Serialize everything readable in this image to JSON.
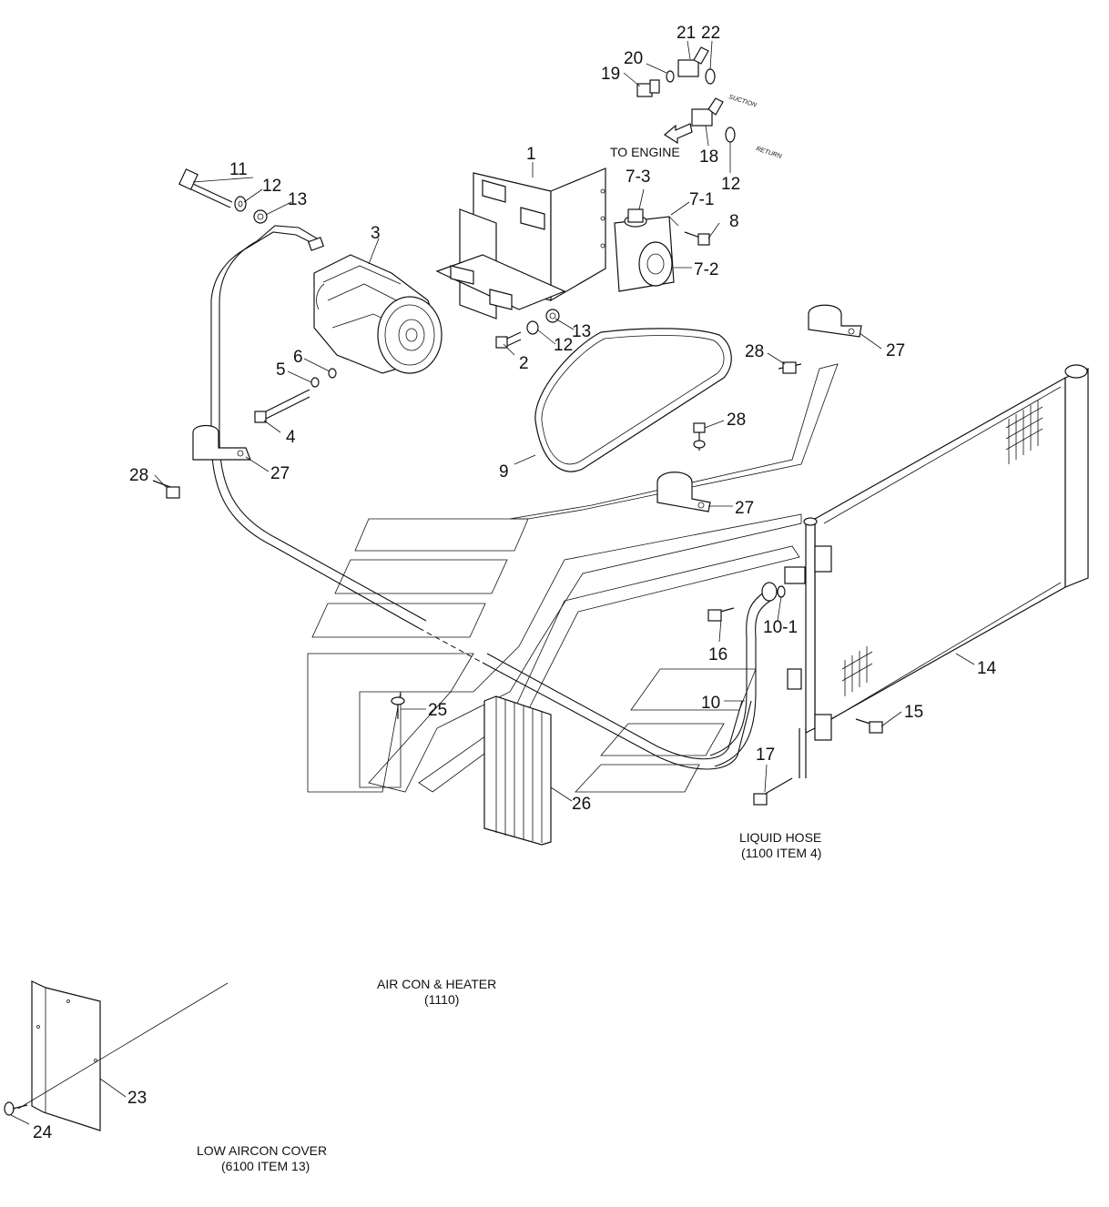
{
  "callouts": [
    {
      "id": "c1",
      "label": "1"
    },
    {
      "id": "c2",
      "label": "2"
    },
    {
      "id": "c3",
      "label": "3"
    },
    {
      "id": "c4",
      "label": "4"
    },
    {
      "id": "c5",
      "label": "5"
    },
    {
      "id": "c6",
      "label": "6"
    },
    {
      "id": "c7_1",
      "label": "7-1"
    },
    {
      "id": "c7_2",
      "label": "7-2"
    },
    {
      "id": "c7_3",
      "label": "7-3"
    },
    {
      "id": "c8",
      "label": "8"
    },
    {
      "id": "c9",
      "label": "9"
    },
    {
      "id": "c10",
      "label": "10"
    },
    {
      "id": "c10_1",
      "label": "10-1"
    },
    {
      "id": "c11",
      "label": "11"
    },
    {
      "id": "c12a",
      "label": "12"
    },
    {
      "id": "c12b",
      "label": "12"
    },
    {
      "id": "c12c",
      "label": "12"
    },
    {
      "id": "c13a",
      "label": "13"
    },
    {
      "id": "c13b",
      "label": "13"
    },
    {
      "id": "c14",
      "label": "14"
    },
    {
      "id": "c15",
      "label": "15"
    },
    {
      "id": "c16",
      "label": "16"
    },
    {
      "id": "c17",
      "label": "17"
    },
    {
      "id": "c18",
      "label": "18"
    },
    {
      "id": "c19",
      "label": "19"
    },
    {
      "id": "c20",
      "label": "20"
    },
    {
      "id": "c21",
      "label": "21"
    },
    {
      "id": "c22",
      "label": "22"
    },
    {
      "id": "c23",
      "label": "23"
    },
    {
      "id": "c24",
      "label": "24"
    },
    {
      "id": "c25",
      "label": "25"
    },
    {
      "id": "c26",
      "label": "26"
    },
    {
      "id": "c27a",
      "label": "27"
    },
    {
      "id": "c27b",
      "label": "27"
    },
    {
      "id": "c27c",
      "label": "27"
    },
    {
      "id": "c28a",
      "label": "28"
    },
    {
      "id": "c28b",
      "label": "28"
    },
    {
      "id": "c28c",
      "label": "28"
    }
  ],
  "notes": {
    "to_engine": "TO ENGINE",
    "suction": "SUCTION",
    "return": "RETURN",
    "liquid_hose": "LIQUID HOSE",
    "liquid_hose_ref": "(1100 ITEM 4)",
    "aircon_heater": "AIR CON & HEATER",
    "aircon_heater_ref": "(1110)",
    "low_cover": "LOW AIRCON COVER",
    "low_cover_ref": "(6100 ITEM 13)"
  }
}
